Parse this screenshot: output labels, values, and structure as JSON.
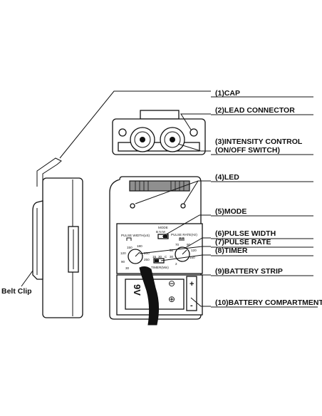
{
  "labels": {
    "cap": "(1)CAP",
    "lead_connector": "(2)LEAD CONNECTOR",
    "intensity_control": "(3)INTENSITY CONTROL",
    "on_off_switch": "(ON/OFF SWITCH)",
    "led": "(4)LED",
    "mode": "(5)MODE",
    "pulse_width": "(6)PULSE WIDTH",
    "pulse_rate": "(7)PULSE RATE",
    "timer": "(8)TIMER",
    "battery_strip": "(9)BATTERY STRIP",
    "battery_compartment": "(10)BATTERY COMPARTMENT",
    "belt_clip": "Belt Clip"
  },
  "panel": {
    "pulse_width_title": "PULSE WIDTH(uS)",
    "pulse_rate_title": "PULSE RATE(Hz)",
    "mode_title": "MODE",
    "mode_options": "B  N  M",
    "timer_title": "TIMER(Min)",
    "pw_ticks": [
      "150",
      "180",
      "120",
      "90",
      "30",
      "200",
      "250"
    ],
    "pr_ticks": [
      "70",
      "90",
      "50",
      "30",
      "120",
      "2",
      "150"
    ],
    "timer_ticks": [
      "15",
      "30",
      "C"
    ]
  },
  "battery": {
    "voltage_text": "9V",
    "minus": "⊖",
    "plus": "⊕",
    "terminal_plus": "+",
    "terminal_minus": "-"
  }
}
